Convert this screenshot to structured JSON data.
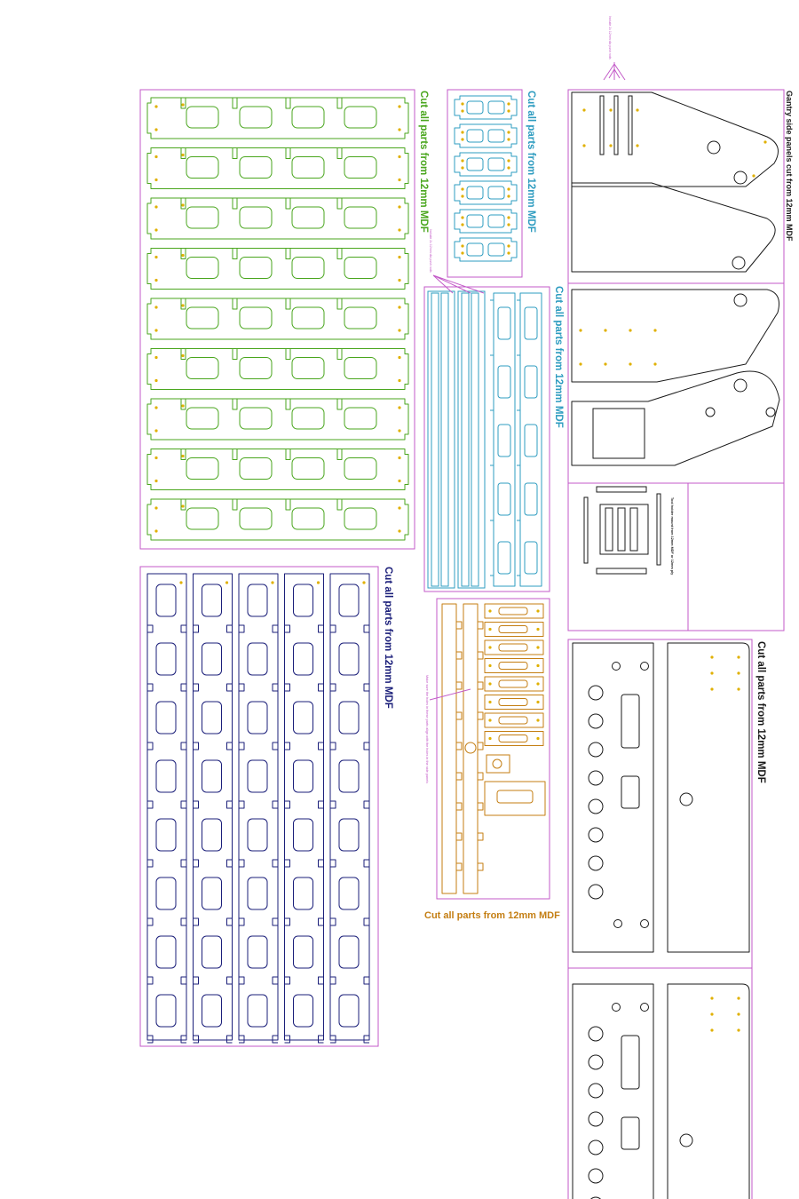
{
  "colors": {
    "frame": "#c35ac8",
    "green": "#4aa61e",
    "cyan": "#2e9cc0",
    "navy": "#1b1f7a",
    "orange": "#c47e12",
    "black": "#1a1a1a",
    "drill": "#e0b000",
    "note": "#c35ac8"
  },
  "labels": {
    "green_group": "Cut all parts from 12mm MDF",
    "cyan_group": "Cut all parts from 12mm MDF",
    "cyan_rails": "Cut all parts from 12mm MDF",
    "navy_group": "Cut all parts from 12mm MDF",
    "orange_group": "Cut all parts from 12mm MDF",
    "gantry_group": "Gantry side panels cut from 12mm MDF",
    "end_plates_group": "Cut all parts from 12mm MDF"
  },
  "notes": {
    "top_arrow_note": "Include 2x 12mm dia push rods",
    "cyan_note": "Include 2x 12mm dia push rods",
    "tool_note": "Tool holder mount from 12mm MDF or 12mm ply",
    "orange_note": "Make sure the holes in these parts align with the holes in the side panels"
  }
}
